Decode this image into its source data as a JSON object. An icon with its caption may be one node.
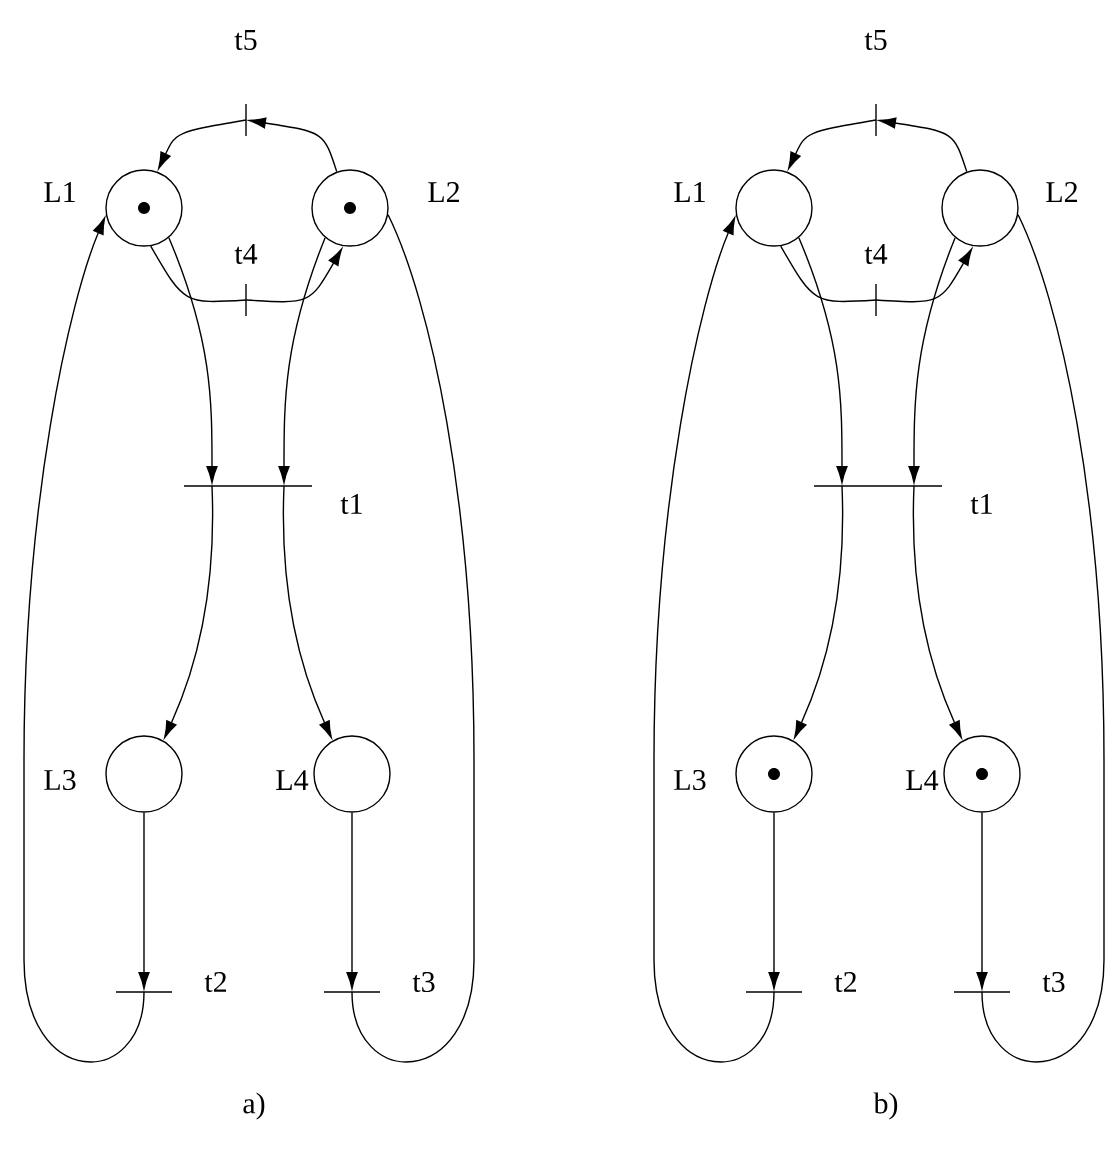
{
  "diagram": {
    "nodes": [
      {
        "text": [],
        "shape": "bar",
        "beside": [
          "t5"
        ]
      },
      {
        "text": [],
        "shape": "circle",
        "beside": [
          "L1"
        ]
      },
      {
        "text": [],
        "shape": "circle",
        "beside": [
          "L2"
        ]
      },
      {
        "text": [],
        "shape": "bar",
        "beside": [
          "t4"
        ]
      },
      {
        "text": [],
        "shape": "bar",
        "beside": [
          "t1"
        ]
      },
      {
        "text": [],
        "shape": "circle",
        "beside": [
          "L3"
        ]
      },
      {
        "text": [],
        "shape": "circle",
        "beside": [
          "L4"
        ]
      },
      {
        "text": [],
        "shape": "bar",
        "beside": [
          "t2"
        ]
      },
      {
        "text": [],
        "shape": "bar",
        "beside": [
          "t3"
        ]
      },
      {
        "text": [],
        "shape": "bar",
        "beside": [
          "t5"
        ]
      },
      {
        "text": [],
        "shape": "circle",
        "beside": [
          "L1"
        ]
      },
      {
        "text": [],
        "shape": "circle",
        "beside": [
          "L2"
        ]
      },
      {
        "text": [],
        "shape": "bar",
        "beside": [
          "t4"
        ]
      },
      {
        "text": [],
        "shape": "bar",
        "beside": [
          "t1"
        ]
      },
      {
        "text": [],
        "shape": "circle",
        "beside": [
          "L3"
        ]
      },
      {
        "text": [],
        "shape": "circle",
        "beside": [
          "L4"
        ]
      },
      {
        "text": [],
        "shape": "bar",
        "beside": [
          "t2"
        ]
      },
      {
        "text": [],
        "shape": "bar",
        "beside": [
          "t3"
        ]
      }
    ],
    "edges": [
      {
        "from": 2,
        "to": 0,
        "arrow": "to"
      },
      {
        "from": 0,
        "to": 1,
        "arrow": "to"
      },
      {
        "from": 1,
        "to": 3,
        "arrow": "none"
      },
      {
        "from": 3,
        "to": 2,
        "arrow": "to"
      },
      {
        "from": 1,
        "to": 4,
        "arrow": "to"
      },
      {
        "from": 2,
        "to": 4,
        "arrow": "to"
      },
      {
        "from": 4,
        "to": 5,
        "arrow": "to"
      },
      {
        "from": 4,
        "to": 6,
        "arrow": "to"
      },
      {
        "from": 5,
        "to": 7,
        "arrow": "to"
      },
      {
        "from": 6,
        "to": 8,
        "arrow": "to"
      },
      {
        "from": 7,
        "to": 1,
        "arrow": "to"
      },
      {
        "from": 8,
        "to": 2,
        "arrow": "none"
      },
      {
        "from": 11,
        "to": 9,
        "arrow": "to"
      },
      {
        "from": 9,
        "to": 10,
        "arrow": "to"
      },
      {
        "from": 10,
        "to": 12,
        "arrow": "none"
      },
      {
        "from": 12,
        "to": 11,
        "arrow": "to"
      },
      {
        "from": 10,
        "to": 13,
        "arrow": "to"
      },
      {
        "from": 11,
        "to": 13,
        "arrow": "to"
      },
      {
        "from": 13,
        "to": 14,
        "arrow": "to"
      },
      {
        "from": 13,
        "to": 15,
        "arrow": "to"
      },
      {
        "from": 14,
        "to": 16,
        "arrow": "to"
      },
      {
        "from": 15,
        "to": 17,
        "arrow": "to"
      },
      {
        "from": 16,
        "to": 10,
        "arrow": "to"
      },
      {
        "from": 17,
        "to": 11,
        "arrow": "none"
      }
    ],
    "labels": [
      "a)",
      "b)"
    ]
  }
}
